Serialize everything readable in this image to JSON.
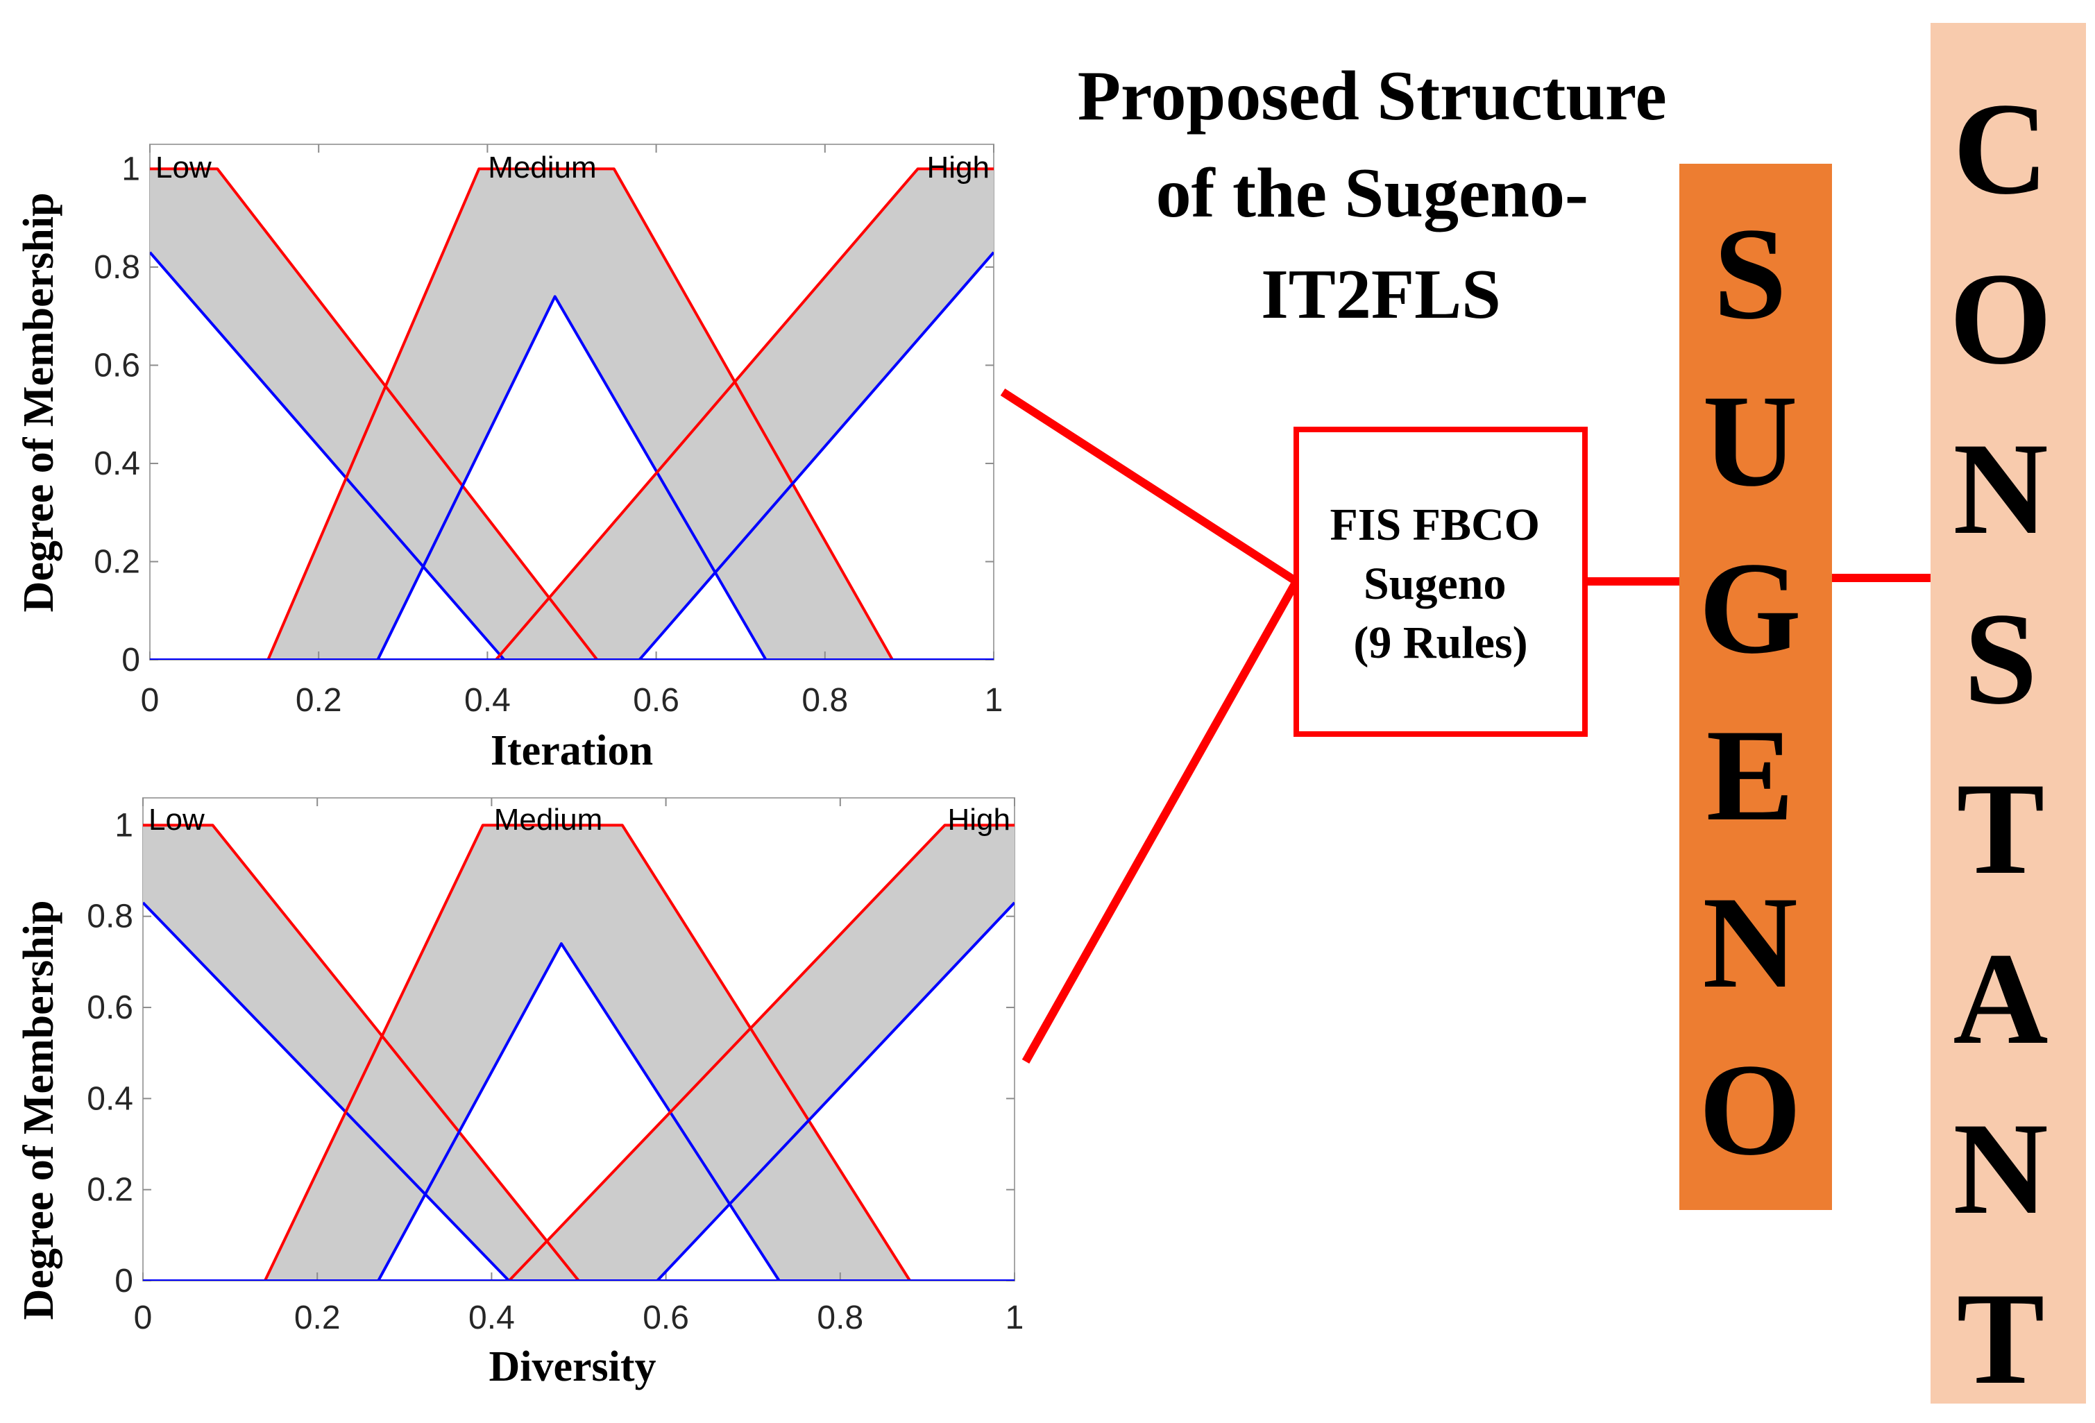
{
  "title_lines": [
    "Proposed Structure",
    "of the Sugeno-",
    "IT2FLS"
  ],
  "fis_box_lines": [
    "FIS FBCO",
    "Sugeno",
    "(9 Rules)"
  ],
  "sugeno_column": {
    "letters": [
      "S",
      "U",
      "G",
      "E",
      "N",
      "O"
    ],
    "fill": "#ed7d31"
  },
  "constant_column": {
    "letters": [
      "C",
      "O",
      "N",
      "S",
      "T",
      "A",
      "N",
      "T"
    ],
    "fill": "#f8cbad"
  },
  "connector_color": "#ff0000",
  "colors": {
    "upper_mf": "#ff0000",
    "lower_mf": "#0000ff",
    "fou_fill": "#cccccc"
  },
  "chart_data": [
    {
      "type": "line",
      "xlabel": "Iteration",
      "ylabel": "Degree of Membership",
      "xlim": [
        0,
        1
      ],
      "ylim": [
        0,
        1.05
      ],
      "xticks": [
        "0",
        "0.2",
        "0.4",
        "0.6",
        "0.8",
        "1"
      ],
      "yticks": [
        "0",
        "0.2",
        "0.4",
        "0.6",
        "0.8",
        "1"
      ],
      "series": [
        {
          "name": "Low",
          "upper": [
            [
              0,
              1
            ],
            [
              0.08,
              1
            ],
            [
              0.53,
              0
            ]
          ],
          "lower": [
            [
              0,
              0.83
            ],
            [
              0.42,
              0
            ]
          ]
        },
        {
          "name": "Medium",
          "upper": [
            [
              0.14,
              0
            ],
            [
              0.39,
              1
            ],
            [
              0.55,
              1
            ],
            [
              0.88,
              0
            ]
          ],
          "lower": [
            [
              0.27,
              0
            ],
            [
              0.48,
              0.74
            ],
            [
              0.73,
              0
            ]
          ]
        },
        {
          "name": "High",
          "upper": [
            [
              0.41,
              0
            ],
            [
              0.91,
              1
            ],
            [
              1,
              1
            ]
          ],
          "lower": [
            [
              0.58,
              0
            ],
            [
              1,
              0.83
            ]
          ]
        }
      ]
    },
    {
      "type": "line",
      "xlabel": "Diversity",
      "ylabel": "Degree of Membership",
      "xlim": [
        0,
        1
      ],
      "ylim": [
        0,
        1.05
      ],
      "xticks": [
        "0",
        "0.2",
        "0.4",
        "0.6",
        "0.8",
        "1"
      ],
      "yticks": [
        "0",
        "0.2",
        "0.4",
        "0.6",
        "0.8",
        "1"
      ],
      "series": [
        {
          "name": "Low",
          "upper": [
            [
              0,
              1
            ],
            [
              0.08,
              1
            ],
            [
              0.5,
              0
            ]
          ],
          "lower": [
            [
              0,
              0.83
            ],
            [
              0.42,
              0
            ]
          ]
        },
        {
          "name": "Medium",
          "upper": [
            [
              0.14,
              0
            ],
            [
              0.39,
              1
            ],
            [
              0.55,
              1
            ],
            [
              0.88,
              0
            ]
          ],
          "lower": [
            [
              0.27,
              0
            ],
            [
              0.48,
              0.74
            ],
            [
              0.73,
              0
            ]
          ]
        },
        {
          "name": "High",
          "upper": [
            [
              0.42,
              0
            ],
            [
              0.92,
              1
            ],
            [
              1,
              1
            ]
          ],
          "lower": [
            [
              0.59,
              0
            ],
            [
              1,
              0.83
            ]
          ]
        }
      ]
    }
  ]
}
